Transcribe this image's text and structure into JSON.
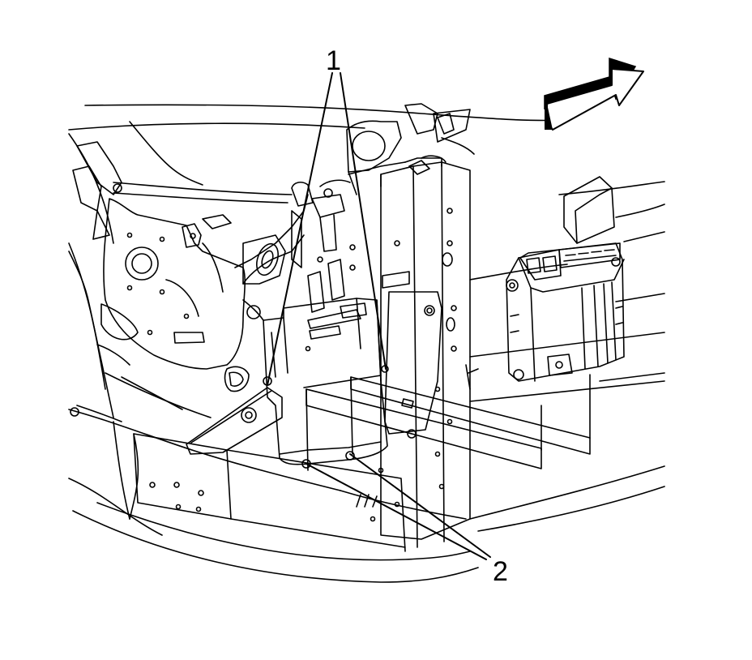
{
  "diagram": {
    "callouts": [
      {
        "id": "1",
        "label": "1"
      },
      {
        "id": "2",
        "label": "2"
      }
    ],
    "orientation_arrow": {
      "icon": "direction-arrow-icon"
    },
    "colors": {
      "line": "#000000",
      "background": "#ffffff",
      "arrow_shadow": "#000000"
    }
  }
}
